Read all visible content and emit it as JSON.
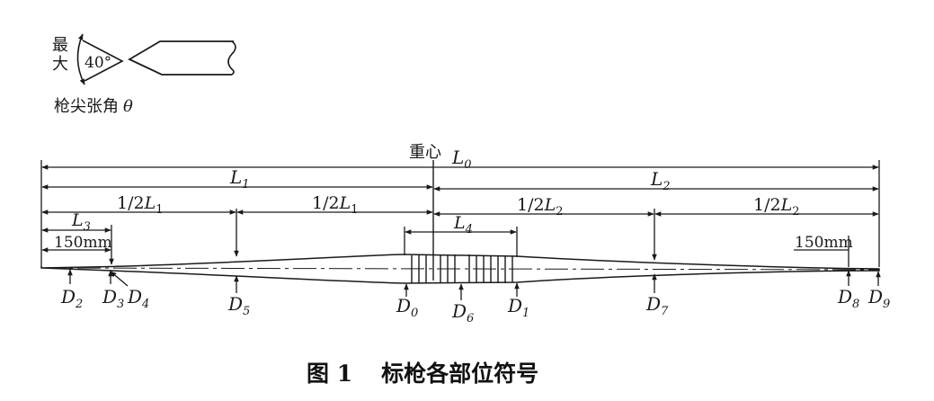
{
  "caption": {
    "prefix": "图 1",
    "title": "标枪各部位符号"
  },
  "inset": {
    "vertical_label": "最大",
    "angle_label": "40°",
    "caption": "枪尖张角",
    "caption_symbol": "θ"
  },
  "center_of_gravity_label": "重心",
  "length_labels": {
    "L0": {
      "main": "L",
      "sub": "0"
    },
    "L1": {
      "main": "L",
      "sub": "1"
    },
    "L2": {
      "main": "L",
      "sub": "2"
    },
    "L3": {
      "main": "L",
      "sub": "3"
    },
    "L4": {
      "main": "L",
      "sub": "4"
    },
    "half_L1_left": {
      "prefix": "1/2",
      "main": "L",
      "sub": "1"
    },
    "half_L1_right": {
      "prefix": "1/2",
      "main": "L",
      "sub": "1"
    },
    "half_L2_left": {
      "prefix": "1/2",
      "main": "L",
      "sub": "2"
    },
    "half_L2_right": {
      "prefix": "1/2",
      "main": "L",
      "sub": "2"
    }
  },
  "dimension_150_left": "150mm",
  "dimension_150_right": "150mm",
  "diameter_labels": {
    "D0": {
      "main": "D",
      "sub": "0"
    },
    "D1": {
      "main": "D",
      "sub": "1"
    },
    "D2": {
      "main": "D",
      "sub": "2"
    },
    "D3": {
      "main": "D",
      "sub": "3"
    },
    "D4": {
      "main": "D",
      "sub": "4"
    },
    "D5": {
      "main": "D",
      "sub": "5"
    },
    "D6": {
      "main": "D",
      "sub": "6"
    },
    "D7": {
      "main": "D",
      "sub": "7"
    },
    "D8": {
      "main": "D",
      "sub": "8"
    },
    "D9": {
      "main": "D",
      "sub": "9"
    }
  }
}
